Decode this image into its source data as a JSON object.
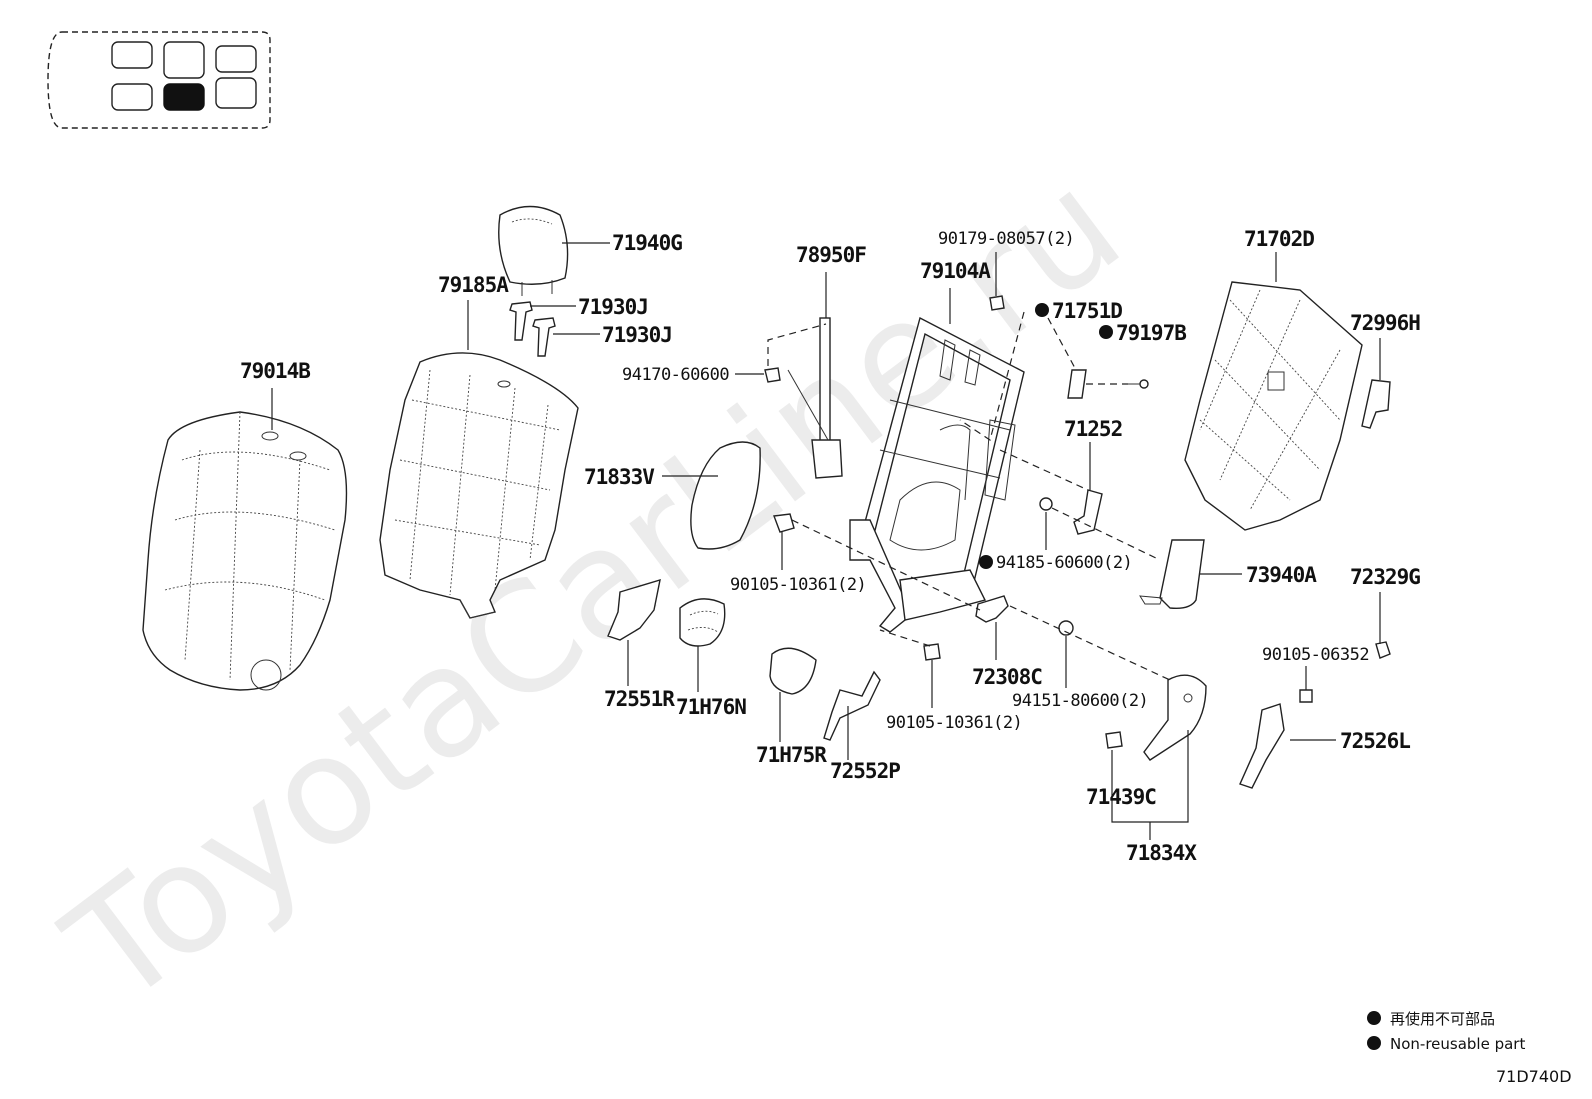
{
  "watermark": "ToyotaCarLine.ru",
  "diagram_code": "71D740D",
  "legend": {
    "ja": "再使用不可部品",
    "en": "Non-reusable part"
  },
  "labels": {
    "p71940G": "71940G",
    "p79185A": "79185A",
    "p71930J_a": "71930J",
    "p71930J_b": "71930J",
    "p79014B": "79014B",
    "p78950F": "78950F",
    "p94170": "94170-60600",
    "p71833V": "71833V",
    "p79104A": "79104A",
    "p90179": "90179-08057(2)",
    "p71751D": "71751D",
    "p79197B": "79197B",
    "p71702D": "71702D",
    "p72996H": "72996H",
    "p71252": "71252",
    "p94185": "94185-60600(2)",
    "p73940A": "73940A",
    "p72329G": "72329G",
    "p90105_a": "90105-10361(2)",
    "p72551R": "72551R",
    "p71H76N": "71H76N",
    "p71H75R": "71H75R",
    "p72552P": "72552P",
    "p72308C": "72308C",
    "p94151": "94151-80600(2)",
    "p90105_b": "90105-10361(2)",
    "p90105_06352": "90105-06352",
    "p72526L": "72526L",
    "p71439C": "71439C",
    "p71834X": "71834X"
  }
}
